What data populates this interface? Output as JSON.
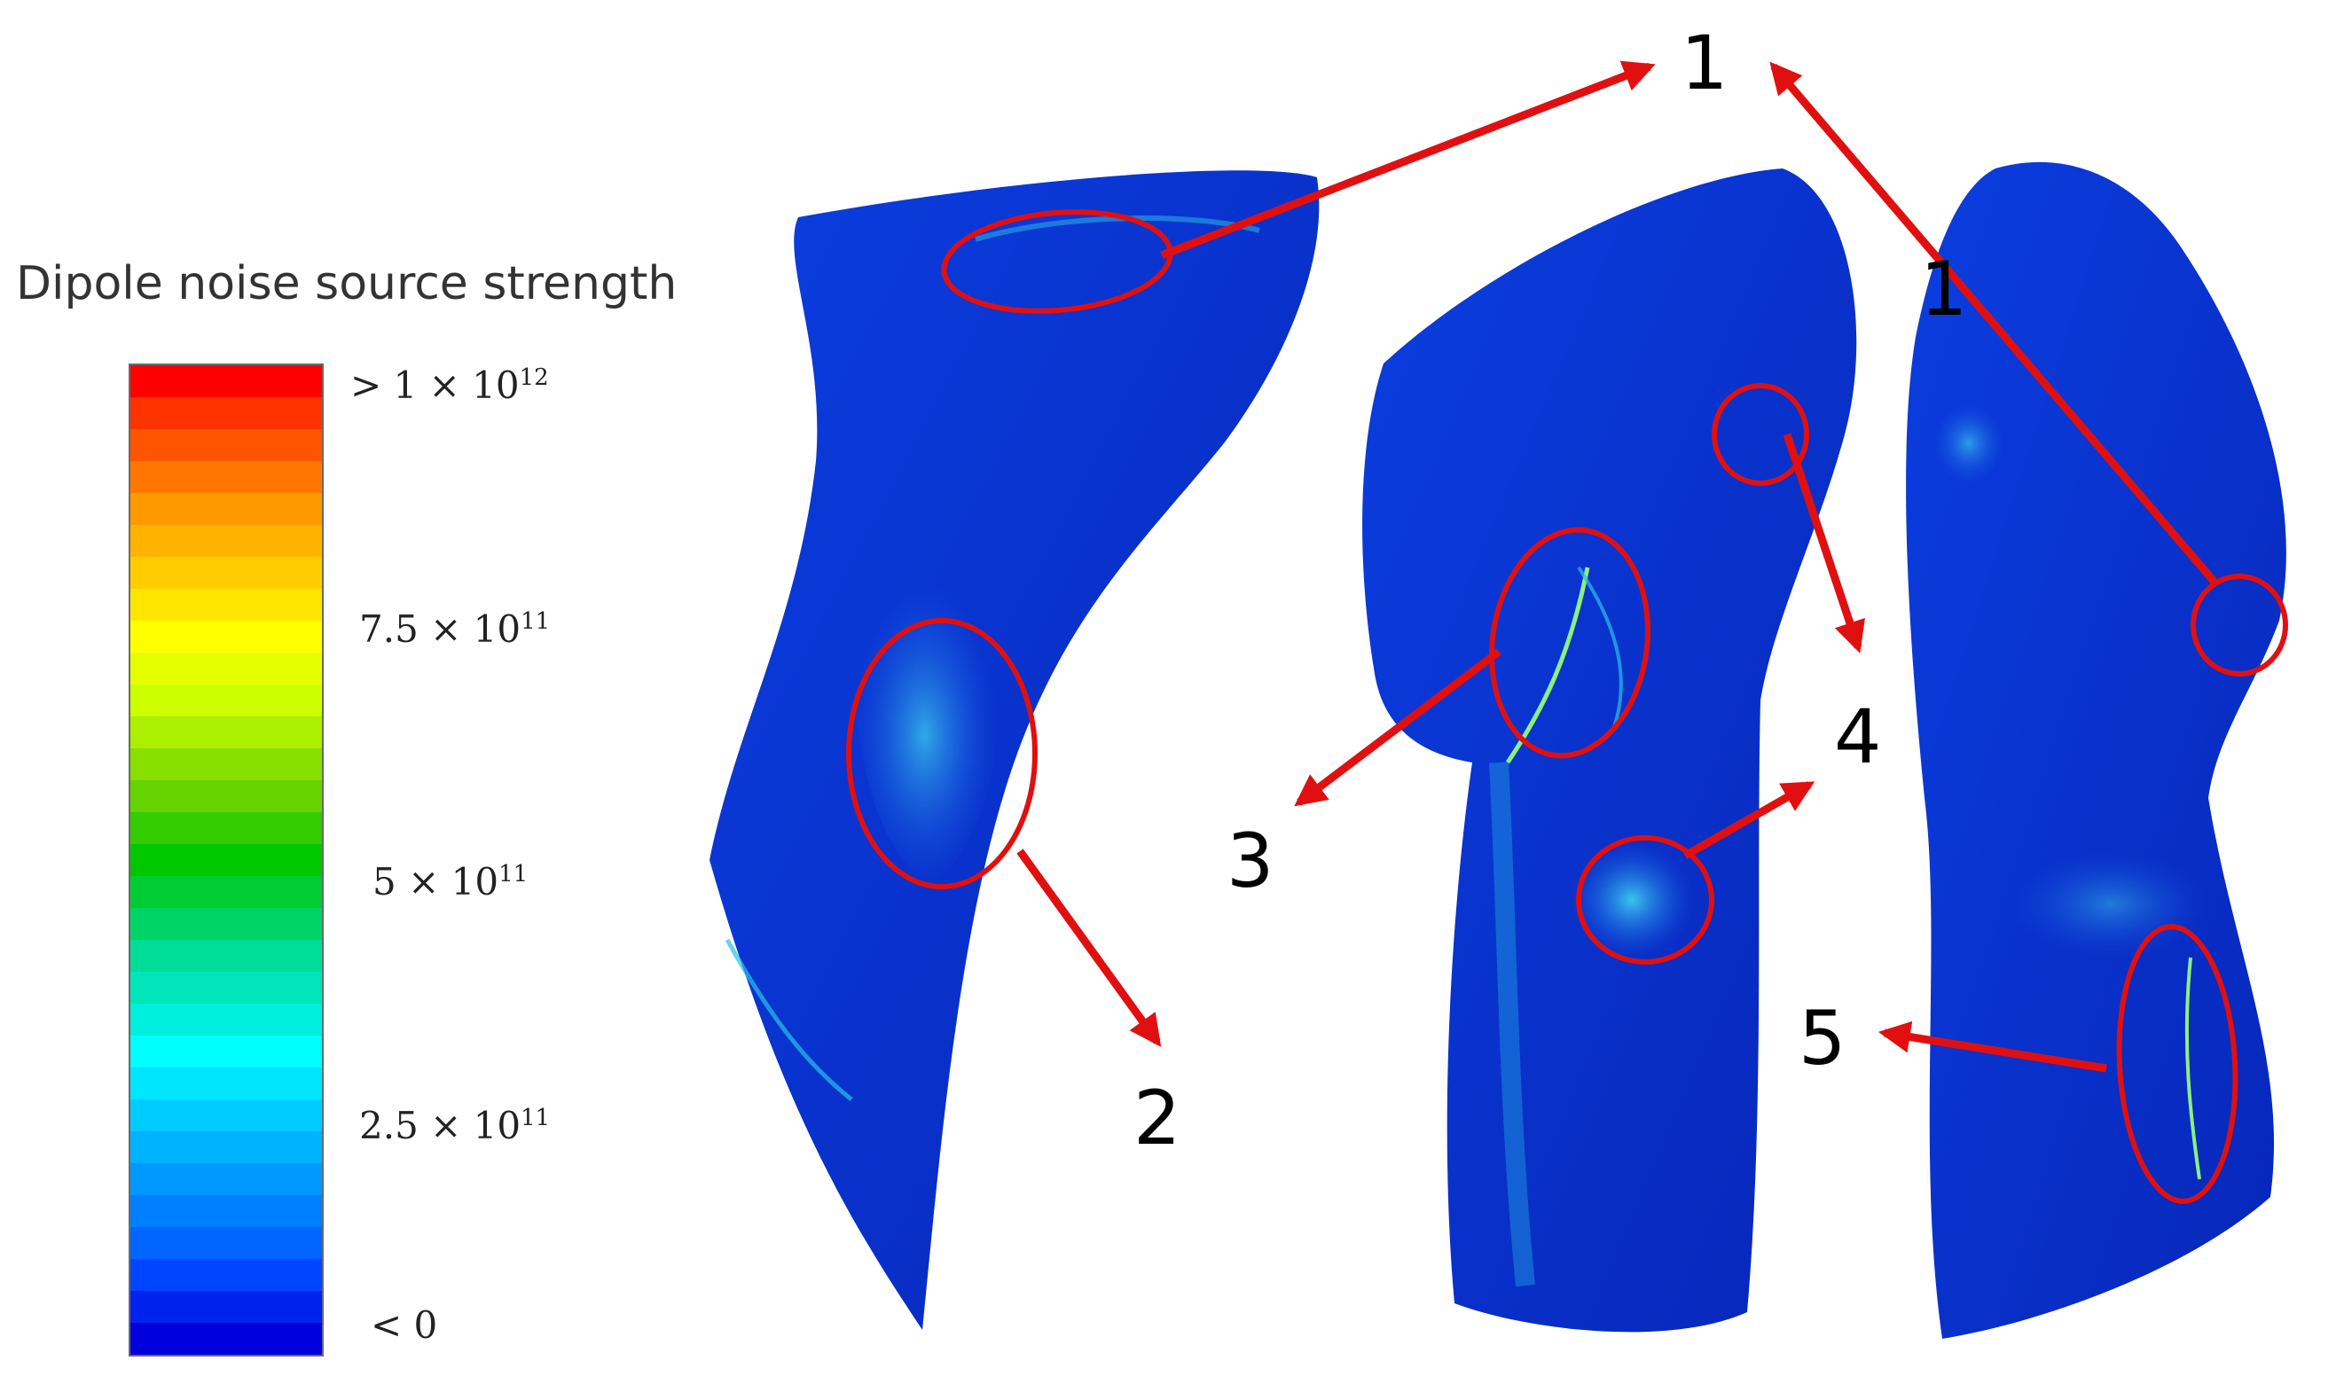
{
  "legend": {
    "title": "Dipole noise source strength",
    "ticks": [
      {
        "prefix": "> 1 × 10",
        "exp": "12"
      },
      {
        "prefix": "7.5 × 10",
        "exp": "11"
      },
      {
        "prefix": "5 × 10",
        "exp": "11"
      },
      {
        "prefix": "2.5 × 10",
        "exp": "11"
      },
      {
        "prefix": "< 0",
        "exp": ""
      }
    ],
    "bands": [
      "#ff0000",
      "#ff3300",
      "#ff5500",
      "#ff7700",
      "#ff9900",
      "#ffb300",
      "#ffcc00",
      "#ffe600",
      "#ffff00",
      "#e6ff00",
      "#ccff00",
      "#aaf000",
      "#88e000",
      "#66d400",
      "#33cc00",
      "#00c800",
      "#00cc33",
      "#00d466",
      "#00dd99",
      "#00e6bb",
      "#00f0dd",
      "#00ffff",
      "#00e6ff",
      "#00ccff",
      "#00b3ff",
      "#0099ff",
      "#0080ff",
      "#0066ff",
      "#0044ff",
      "#0022ee",
      "#0000dd"
    ]
  },
  "annotations": {
    "label_1a": "1",
    "label_1b": "1",
    "label_2": "2",
    "label_3": "3",
    "label_4a": "4",
    "label_5": "5"
  },
  "colors": {
    "surface_blue": "#0a35d6",
    "highlight": "#27b8e8",
    "annotation_red": "#e01010"
  }
}
